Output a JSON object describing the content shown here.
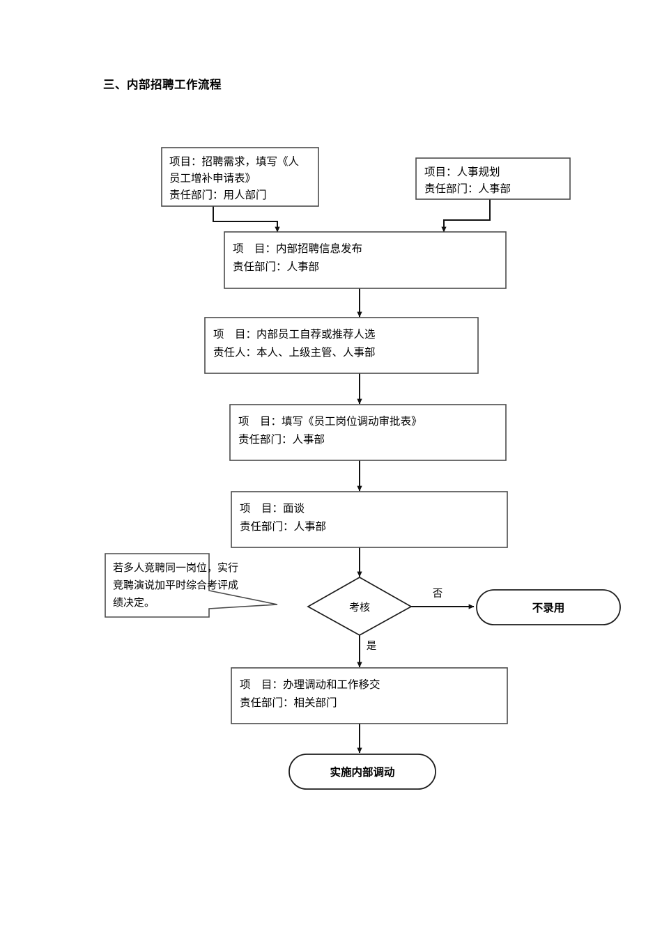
{
  "document": {
    "title": "三、内部招聘工作流程"
  },
  "flowchart": {
    "type": "flowchart",
    "orientation": "top-to-bottom",
    "nodes": [
      {
        "id": "n1",
        "shape": "rectangle",
        "lines": [
          "项目：招聘需求，填写《人",
          "员工增补申请表》",
          "责任部门：用人部门"
        ]
      },
      {
        "id": "n2",
        "shape": "rectangle",
        "lines": [
          "项目：人事规划",
          "责任部门：人事部"
        ]
      },
      {
        "id": "n3",
        "shape": "rectangle",
        "lines": [
          "项　目：内部招聘信息发布",
          "责任部门：人事部"
        ]
      },
      {
        "id": "n4",
        "shape": "rectangle",
        "lines": [
          "项　目：内部员工自荐或推荐人选",
          "责任人：本人、上级主管、人事部"
        ]
      },
      {
        "id": "n5",
        "shape": "rectangle",
        "lines": [
          "项　目：填写《员工岗位调动审批表》",
          "责任部门：人事部"
        ]
      },
      {
        "id": "n6",
        "shape": "rectangle",
        "lines": [
          "项　目：面谈",
          "责任部门：人事部"
        ]
      },
      {
        "id": "note1",
        "shape": "callout",
        "lines": [
          "若多人竞聘同一岗位，实行",
          "竞聘演说加平时综合考评成",
          "绩决定。"
        ]
      },
      {
        "id": "d1",
        "shape": "diamond",
        "label": "考核"
      },
      {
        "id": "t1",
        "shape": "terminator",
        "label": "不录用"
      },
      {
        "id": "n7",
        "shape": "rectangle",
        "lines": [
          "项　目：办理调动和工作移交",
          "责任部门：相关部门"
        ]
      },
      {
        "id": "t2",
        "shape": "terminator",
        "label": "实施内部调动"
      }
    ],
    "edge_labels": {
      "no": "否",
      "yes": "是"
    }
  },
  "colors": {
    "stroke": "#111111",
    "box_stroke": "#4a4a4a",
    "background": "#ffffff",
    "text": "#000000"
  }
}
